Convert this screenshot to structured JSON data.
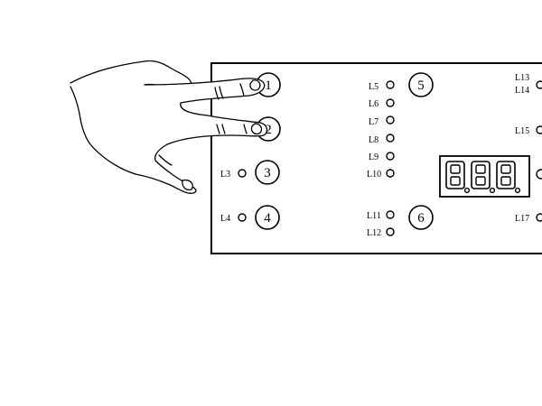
{
  "colors": {
    "ink": "#000000",
    "background": "#ffffff"
  },
  "buttons": [
    {
      "id": "1",
      "label": "1"
    },
    {
      "id": "2",
      "label": "2"
    },
    {
      "id": "3",
      "label": "3"
    },
    {
      "id": "4",
      "label": "4"
    },
    {
      "id": "5",
      "label": "5"
    },
    {
      "id": "6",
      "label": "6"
    }
  ],
  "indicators": [
    {
      "label": "L3"
    },
    {
      "label": "L4"
    },
    {
      "label": "L5"
    },
    {
      "label": "L6"
    },
    {
      "label": "L7"
    },
    {
      "label": "L8"
    },
    {
      "label": "L9"
    },
    {
      "label": "L10"
    },
    {
      "label": "L11"
    },
    {
      "label": "L12"
    },
    {
      "label": "L13"
    },
    {
      "label": "L14"
    },
    {
      "label": "L15"
    },
    {
      "label": "L17"
    }
  ],
  "display": {
    "digits": "888"
  },
  "icons": [
    "hand-pressing-icon"
  ]
}
